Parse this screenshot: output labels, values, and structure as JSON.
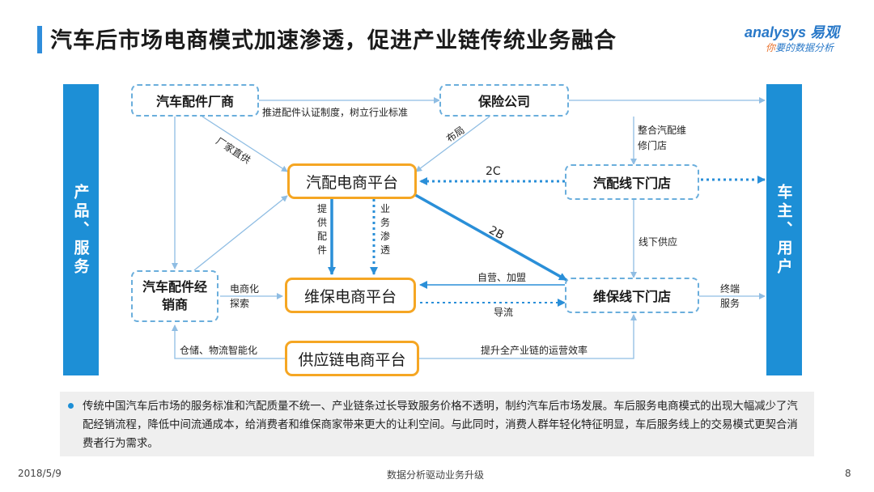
{
  "title": "汽车后市场电商模式加速渗透，促进产业链传统业务融合",
  "logo": {
    "brand": "analysys 易观",
    "slogan_em": "你",
    "slogan": "要的数据分析"
  },
  "side_left": "产品、服务",
  "side_right": "车主、用户",
  "nodes": {
    "manufacturer": "汽车配件厂商",
    "insurance": "保险公司",
    "parts_platform": "汽配电商平台",
    "parts_store": "汽配线下门店",
    "distributor": "汽车配件经销商",
    "repair_platform": "维保电商平台",
    "repair_store": "维保线下门店",
    "supply_platform": "供应链电商平台"
  },
  "edges": {
    "cert": "推进配件认证制度，树立行业标准",
    "direct": "厂家直供",
    "layout": "布局",
    "integrate": "整合汽配维修门店",
    "c2c": "2C",
    "b2b": "2B",
    "supply": "提供配件",
    "penetrate": "业务渗透",
    "offline": "线下供应",
    "ecom": "电商化探索",
    "self": "自营、加盟",
    "guide": "导流",
    "terminal": "终端服务",
    "storage": "仓储、物流智能化",
    "efficiency": "提升全产业链的运营效率"
  },
  "note": "传统中国汽车后市场的服务标准和汽配质量不统一、产业链条过长导致服务价格不透明，制约汽车后市场发展。车后服务电商模式的出现大幅减少了汽配经销流程，降低中间流通成本，给消费者和维保商家带来更大的让利空间。与此同时，消费人群年轻化特征明显，车后服务线上的交易模式更契合消费者行为需求。",
  "footer": {
    "date": "2018/5/9",
    "center": "数据分析驱动业务升级",
    "page": "8"
  },
  "colors": {
    "accent": "#1d8fd6",
    "orange": "#f5a623",
    "dashed_border": "#6aaedc"
  }
}
